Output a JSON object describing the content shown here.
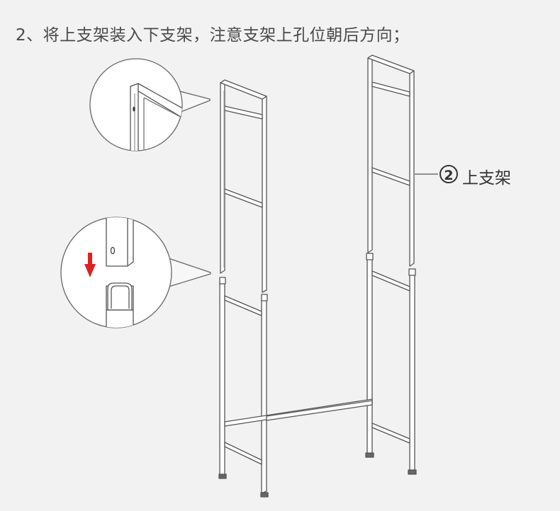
{
  "step": {
    "title": "2、将上支架装入下支架，注意支架上孔位朝后方向；"
  },
  "callout": {
    "number": "2",
    "label": "上支架"
  },
  "icons": {
    "arrow": "arrow-down-icon",
    "arrow_color": "#e02020"
  }
}
